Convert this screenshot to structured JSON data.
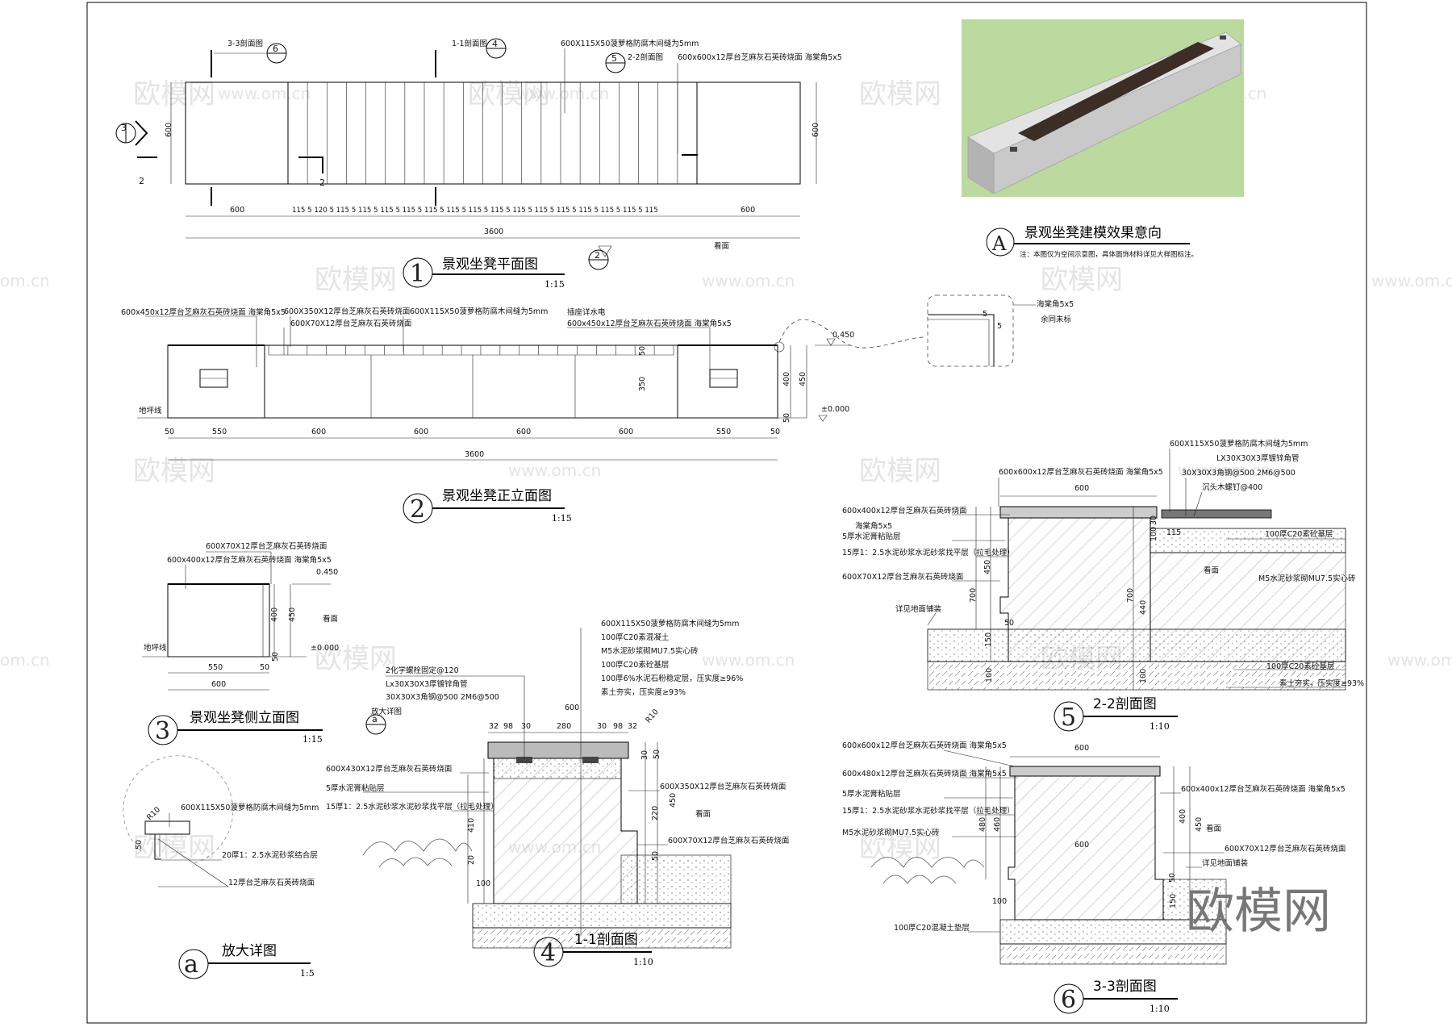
{
  "plan": {
    "title": "景观坐凳平面图",
    "num": "1",
    "scale": "1:15",
    "cut33": "3-3剖面图",
    "cut33n": "6",
    "cut11": "1-1剖面图",
    "cut11n": "4",
    "cut22": "2-2剖面图",
    "cut22n": "5",
    "wood": "600X115X50菠萝格防腐木间缝为5mm",
    "stone": "600x600x12厚台芝麻灰石英砖烧面  海棠角5x5",
    "h600": "600",
    "left600": "600",
    "right600": "600",
    "total": "3600",
    "slats": "115 5 120 5 115 5 115 5 115 5 115 5 115 5 115 5 115 5 115 5 115 5 115 5 115 5 115 5 115 5 115 5 115",
    "mark2": "2",
    "mark3": "3",
    "viewface": "看面"
  },
  "model": {
    "letter": "A",
    "title": "景观坐凳建模效果意向",
    "note": "注：本图仅为空间示意图，具体面饰材料详见大样图标注。"
  },
  "front": {
    "title": "景观坐凳正立面图",
    "num": "2",
    "scale": "1:15",
    "a1": "600x450x12厚台芝麻灰石英砖烧面  海棠角5x5",
    "a2": "600X350X12厚台芝麻灰石英砖烧面",
    "a3": "600X70X12厚台芝麻灰石英砖烧面",
    "a4": "600X115X50菠萝格防腐木间缝为5mm",
    "a5": "插座详水电",
    "a6": "600x450x12厚台芝麻灰石英砖烧面  海棠角5x5",
    "ground": "地坪线",
    "elev1": "0.450",
    "elev0": "±0.000",
    "d50a": "50",
    "d550a": "550",
    "d600a": "600",
    "d600b": "600",
    "d600c": "600",
    "d600d": "600",
    "d550b": "550",
    "d50b": "50",
    "total": "3600",
    "v50": "50",
    "v350": "350",
    "v400": "400",
    "v450": "450",
    "v50b": "50"
  },
  "corner": {
    "a": "海棠角5x5",
    "b": "余同未标",
    "d5a": "5",
    "d5b": "5"
  },
  "side": {
    "title": "景观坐凳侧立面图",
    "num": "3",
    "scale": "1:15",
    "a1": "600X70X12厚台芝麻灰石英砖烧面",
    "a2": "600x400x12厚台芝麻灰石英砖烧面  海棠角5x5",
    "ground": "地坪线",
    "elev1": "0.450",
    "elev0": "±0.000",
    "d550": "550",
    "d50": "50",
    "d600": "600",
    "v400": "400",
    "v450": "450",
    "v50": "50",
    "view": "看面"
  },
  "detail": {
    "title": "放大详图",
    "letter": "a",
    "scale": "1:5",
    "a1": "600X115X50菠萝格防腐木间缝为5mm",
    "a2": "20厚1：2.5水泥砂浆结合层",
    "a3": "12厚台芝麻灰石英砖烧面",
    "r10": "R10",
    "d50": "50"
  },
  "sec11": {
    "title": "1-1剖面图",
    "num": "4",
    "scale": "1:10",
    "mark": "a",
    "marklabel": "放大详图",
    "r1": "600X115X50菠萝格防腐木间缝为5mm",
    "r2": "100厚C20素混凝土",
    "r3": "M5水泥砂浆砌MU7.5实心砖",
    "r4": "100厚C20素砼基层",
    "r5": "100厚6%水泥石粉稳定层，压实度≥96%",
    "r6": "素土夯实，压实度≥93%",
    "l1": "2化学螺栓固定@120",
    "l2": "Lx30X30X3厚镀锌角管",
    "l3": "30X30X3角钢@500    2M6@500",
    "l4": "600X430X12厚台芝麻灰石英砖烧面",
    "l5": "5厚水泥膏粘贴层",
    "l6": "15厚1：2.5水泥砂浆水泥砂浆找平层（拉毛处理）",
    "r7": "600X350X12厚台芝麻灰石英砖烧面",
    "r8": "600X70X12厚台芝麻灰石英砖烧面",
    "view": "看面",
    "top600": "600",
    "dims": [
      "32",
      "98",
      "30",
      "280",
      "30",
      "98",
      "32"
    ],
    "v30": "30",
    "v50": "50",
    "v450": "450",
    "v220": "220",
    "v410": "410",
    "v20": "20",
    "v50b": "50",
    "h100": "100",
    "r10": "R10"
  },
  "sec22": {
    "title": "2-2剖面图",
    "num": "5",
    "scale": "1:10",
    "t1": "600X115X50菠萝格防腐木间缝为5mm",
    "t2": "LX30X30X3厚镀锌角管",
    "t3": "30X30X3角钢@500    2M6@500",
    "t4": "沉头木螺钉@400",
    "t5": "600x600x12厚台芝麻灰石英砖烧面  海棠角5x5",
    "l1": "600x400x12厚台芝麻灰石英砖烧面",
    "l2": "海棠角5x5",
    "l3": "5厚水泥膏粘贴层",
    "l4": "15厚1：2.5水泥砂浆水泥砂浆找平层（拉毛处理）",
    "l5": "600X70X12厚台芝麻灰石英砖烧面",
    "l6": "详见地面铺装",
    "r1": "100厚C20素砼基层",
    "r2": "M5水泥砂浆砌MU7.5实心砖",
    "r3": "100厚C20素砼基层",
    "r4": "素土夯实，压实度≥93%",
    "view": "看面",
    "top600": "600",
    "d115": "115",
    "v450": "450",
    "v700": "700",
    "v150": "150",
    "v100": "100",
    "v700b": "700",
    "v440": "440",
    "v100b": "100",
    "v30": "30",
    "v100c": "100",
    "v50": "50"
  },
  "sec33": {
    "title": "3-3剖面图",
    "num": "6",
    "scale": "1:10",
    "l1": "600x600x12厚台芝麻灰石英砖烧面  海棠角5x5",
    "l2": "600x480x12厚台芝麻灰石英砖烧面  海棠角5x5",
    "l3": "5厚水泥膏粘贴层",
    "l4": "15厚1：2.5水泥砂浆水泥砂浆找平层（拉毛处理）",
    "l5": "M5水泥砂浆砌MU7.5实心砖",
    "l6": "100厚C20混凝土垫层",
    "r1": "600x400x12厚台芝麻灰石英砖烧面  海棠角5x5",
    "r2": "600X70X12厚台芝麻灰石英砖烧面",
    "r3": "详见地面铺装",
    "view": "看面",
    "top600": "600",
    "mid600": "600",
    "v460": "460",
    "v480": "480",
    "v400": "400",
    "v450": "450",
    "v50": "50",
    "v150": "150",
    "h100": "100"
  },
  "watermark": {
    "brand": "欧模网",
    "url": "www.om.cn",
    "url2": "om.cn"
  },
  "colors": {
    "model_bg": "#bcd9a0",
    "wood": "#3a2e26",
    "concrete": "#d9d9d9"
  }
}
